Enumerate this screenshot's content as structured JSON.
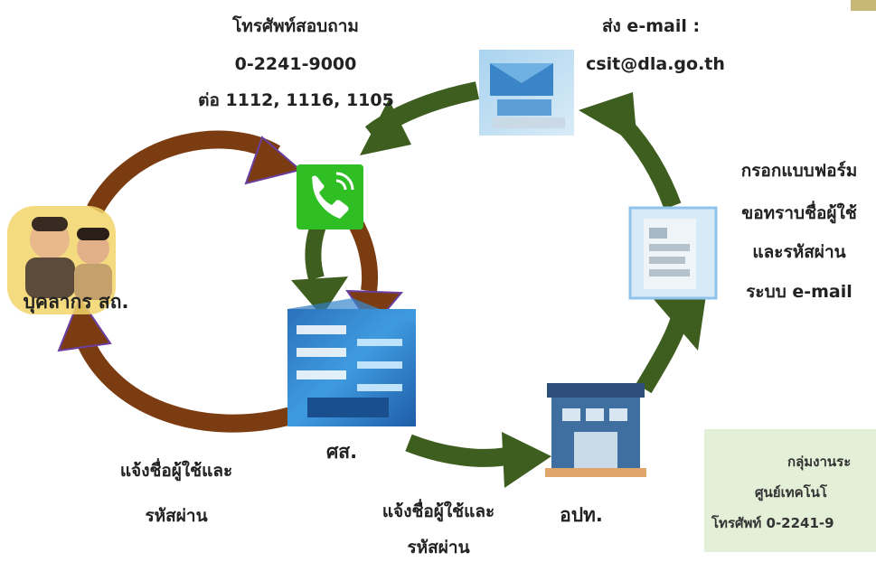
{
  "phone_caption": {
    "line1": "โทรศัพท์สอบถาม",
    "line2": "0-2241-9000",
    "line3": "ต่อ 1112, 1116, 1105"
  },
  "email_caption": {
    "line1": "ส่ง e-mail :",
    "line2": "csit@dla.go.th"
  },
  "form_caption": {
    "line1": "กรอกแบบฟอร์ม",
    "line2": "ขอทราบชื่อผู้ใช้",
    "line3": "และรหัสผ่าน",
    "line4": "ระบบ e-mail"
  },
  "personnel_label": "บุคลากร สถ.",
  "center_label": "ศส.",
  "office_label": "อปท.",
  "notify_left": {
    "line1": "แจ้งชื่อผู้ใช้และ",
    "line2": "รหัสผ่าน"
  },
  "notify_bottom": {
    "line1": "แจ้งชื่อผู้ใช้และ",
    "line2": "รหัสผ่าน"
  },
  "info_box": {
    "line1": "กลุ่มงานระ",
    "line2": "ศูนย์เทคโนโ",
    "line3": "โทรศัพท์ 0-2241-9"
  },
  "colors": {
    "brown_arrow": "#7b3c12",
    "green_arrow": "#3e5e1f",
    "arrow_head_outline": "#6b3fa0",
    "phone_green": "#2fbf24",
    "info_bg": "#e4efd8"
  }
}
